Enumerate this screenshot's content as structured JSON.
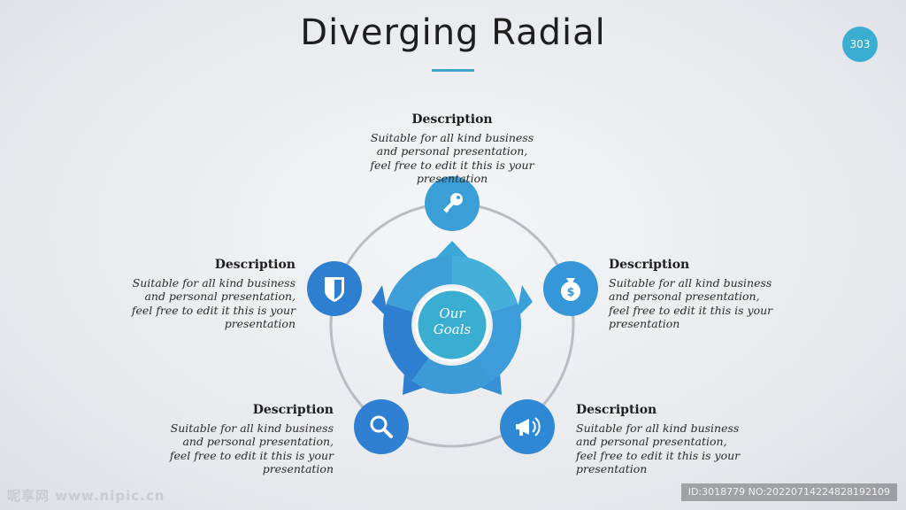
{
  "title": "Diverging Radial",
  "page_number": "303",
  "center": {
    "line1": "Our",
    "line2": "Goals"
  },
  "items": [
    {
      "heading": "Description",
      "text": [
        "Suitable for all kind business",
        "and personal presentation,",
        "feel free to edit it this is your",
        "presentation"
      ],
      "icon": "key-icon"
    },
    {
      "heading": "Description",
      "text": [
        "Suitable for all kind business",
        "and personal presentation,",
        "feel free to edit it this is your",
        "presentation"
      ],
      "icon": "money-bag-icon"
    },
    {
      "heading": "Description",
      "text": [
        "Suitable for all kind business",
        "and personal presentation,",
        "feel free to edit it this is your",
        "presentation"
      ],
      "icon": "megaphone-icon"
    },
    {
      "heading": "Description",
      "text": [
        "Suitable for all kind business",
        "and personal presentation,",
        "feel free to edit it this is your",
        "presentation"
      ],
      "icon": "search-icon"
    },
    {
      "heading": "Description",
      "text": [
        "Suitable for all kind business",
        "and personal presentation,",
        "feel free to edit it this is your",
        "presentation"
      ],
      "icon": "shield-icon"
    }
  ],
  "colors": {
    "accent": "#3aaed1",
    "blue_dark": "#2f7fd0",
    "blue_mid": "#3a93d6",
    "ring": "#b9bcc0"
  },
  "watermark": "昵享网 www.nipic.cn",
  "id_text": "ID:3018779 NO:20220714224828192109"
}
